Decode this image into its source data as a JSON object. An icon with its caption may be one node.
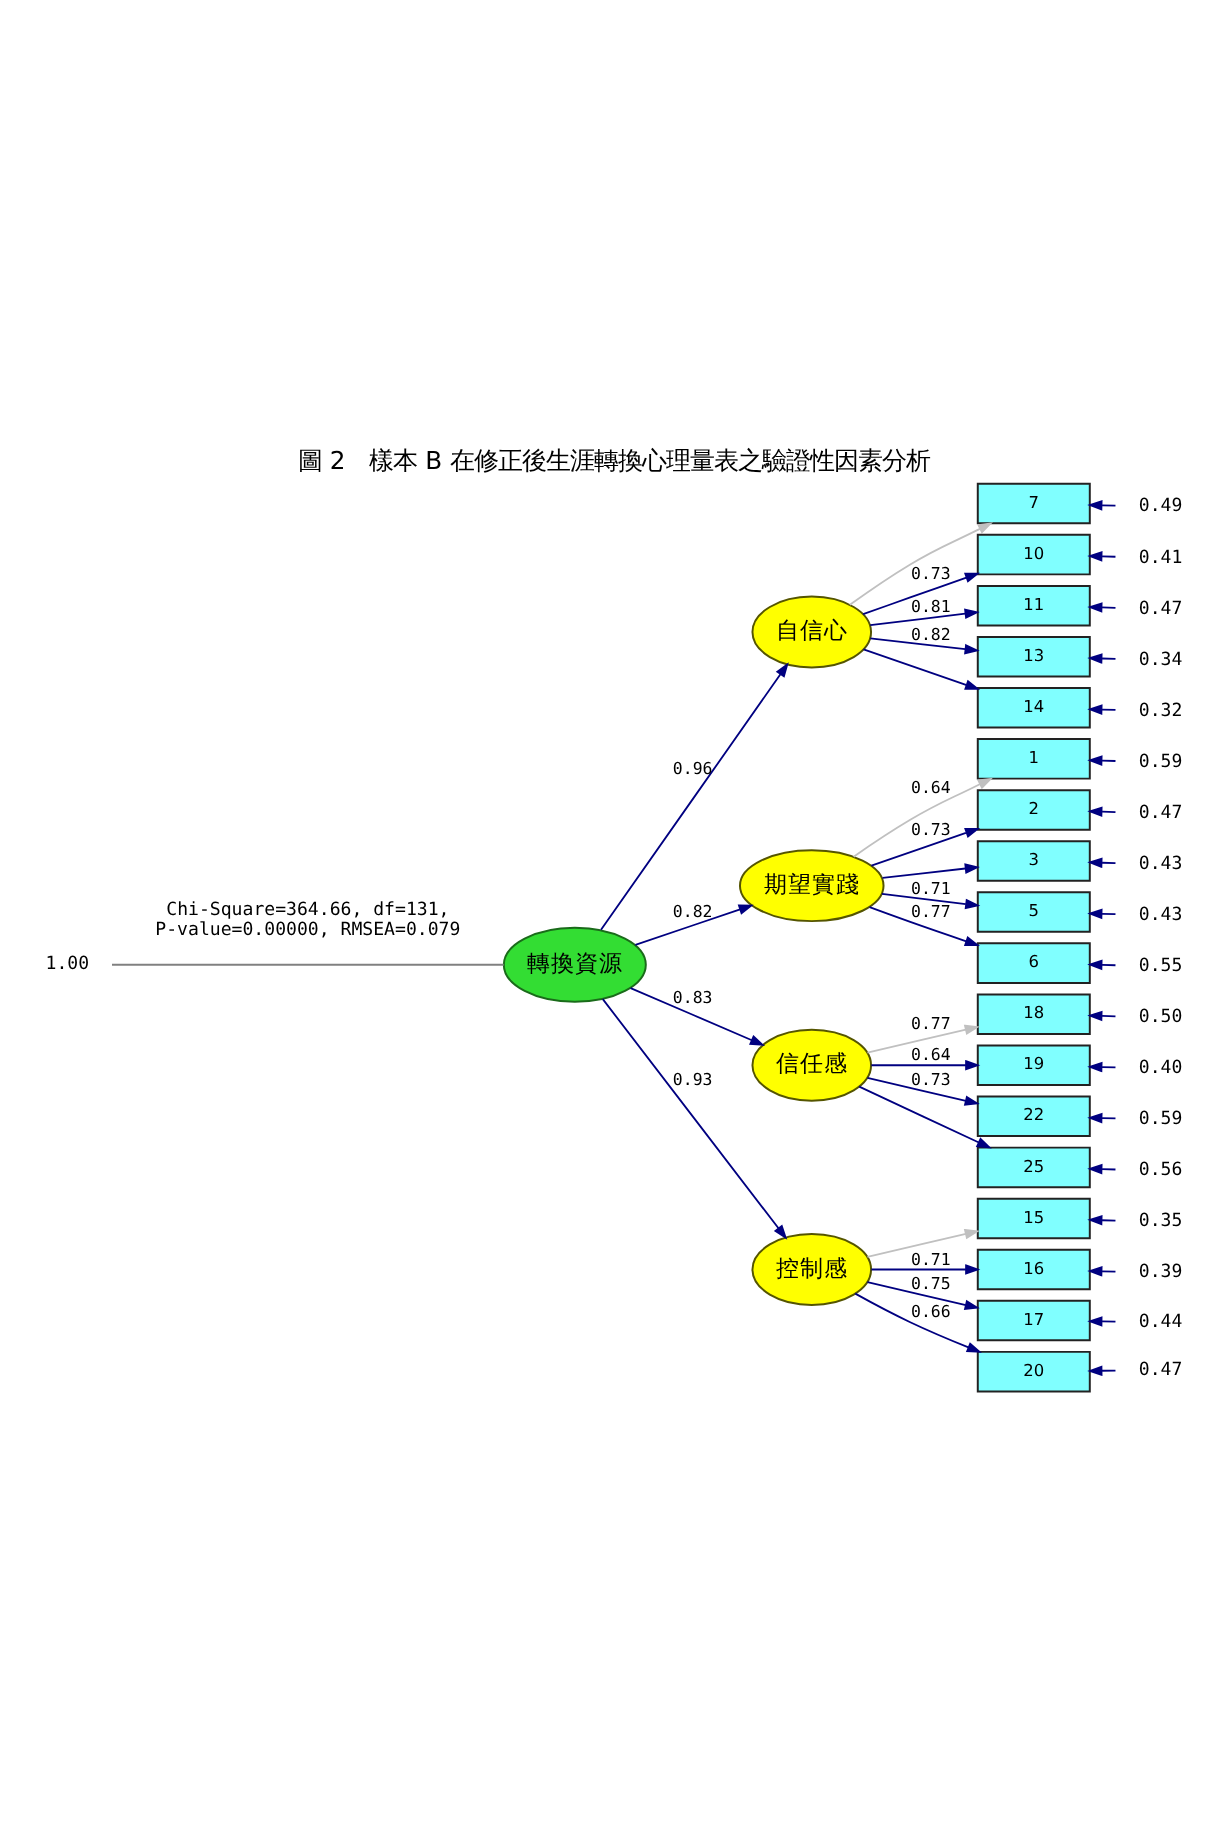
{
  "diagram": {
    "title": "圖 2　樣本 B 在修正後生涯轉換心理量表之驗證性因素分析",
    "nodes": [
      {
        "text": [
          "1.00"
        ]
      },
      {
        "text": [
          "轉換資源"
        ]
      },
      {
        "text": [
          "自信心"
        ]
      },
      {
        "text": [
          "期望實踐"
        ]
      },
      {
        "text": [
          "信任感"
        ]
      },
      {
        "text": [
          "控制感"
        ]
      },
      {
        "text": [
          "1"
        ]
      },
      {
        "text": [
          "2"
        ]
      },
      {
        "text": [
          "3"
        ]
      },
      {
        "text": [
          "5"
        ]
      },
      {
        "text": [
          "6"
        ]
      },
      {
        "text": [
          "7"
        ]
      },
      {
        "text": [
          "10"
        ]
      },
      {
        "text": [
          "11"
        ]
      },
      {
        "text": [
          "13"
        ]
      },
      {
        "text": [
          "14"
        ]
      },
      {
        "text": [
          "15"
        ]
      },
      {
        "text": [
          "16"
        ]
      },
      {
        "text": [
          "17"
        ]
      },
      {
        "text": [
          "18"
        ]
      },
      {
        "text": [
          "19"
        ]
      },
      {
        "text": [
          "20"
        ]
      },
      {
        "text": [
          "22"
        ]
      },
      {
        "text": [
          "25"
        ]
      },
      {
        "text": [
          "0.59"
        ]
      },
      {
        "text": [
          "0.47"
        ]
      },
      {
        "text": [
          "0.43"
        ]
      },
      {
        "text": [
          "0.43"
        ]
      },
      {
        "text": [
          "0.55"
        ]
      },
      {
        "text": [
          "0.49"
        ]
      },
      {
        "text": [
          "0.41"
        ]
      },
      {
        "text": [
          "0.47"
        ]
      },
      {
        "text": [
          "0.34"
        ]
      },
      {
        "text": [
          "0.32"
        ]
      },
      {
        "text": [
          "0.35"
        ]
      },
      {
        "text": [
          "0.39"
        ]
      },
      {
        "text": [
          "0.44"
        ]
      },
      {
        "text": [
          "0.50"
        ]
      },
      {
        "text": [
          "0.40"
        ]
      },
      {
        "text": [
          "0.47"
        ]
      },
      {
        "text": [
          "0.59"
        ]
      },
      {
        "text": [
          "0.56"
        ]
      }
    ],
    "edges": [
      {
        "from": 0,
        "to": 1,
        "arrow": "none",
        "color": "#808080"
      },
      {
        "from": 1,
        "to": 2,
        "arrow": "to",
        "label": "0.96"
      },
      {
        "from": 1,
        "to": 3,
        "arrow": "to",
        "label": "0.82"
      },
      {
        "from": 1,
        "to": 4,
        "arrow": "to",
        "label": "0.83"
      },
      {
        "from": 1,
        "to": 5,
        "arrow": "to",
        "label": "0.93"
      },
      {
        "from": 3,
        "to": 6,
        "arrow": "to",
        "label": "0.64",
        "color": "#c0c0c0"
      },
      {
        "from": 3,
        "to": 7,
        "arrow": "to",
        "label": "0.73"
      },
      {
        "from": 3,
        "to": 8,
        "arrow": "to"
      },
      {
        "from": 3,
        "to": 9,
        "arrow": "to",
        "label": "0.71"
      },
      {
        "from": 3,
        "to": 10,
        "arrow": "to",
        "label": "0.77"
      },
      {
        "from": 2,
        "to": 11,
        "arrow": "to",
        "color": "#c0c0c0"
      },
      {
        "from": 2,
        "to": 12,
        "arrow": "to",
        "label": "0.73"
      },
      {
        "from": 2,
        "to": 13,
        "arrow": "to",
        "label": "0.81"
      },
      {
        "from": 2,
        "to": 14,
        "arrow": "to",
        "label": "0.82"
      },
      {
        "from": 2,
        "to": 15,
        "arrow": "to"
      },
      {
        "from": 5,
        "to": 16,
        "arrow": "to",
        "color": "#c0c0c0"
      },
      {
        "from": 5,
        "to": 17,
        "arrow": "to",
        "label": "0.71"
      },
      {
        "from": 5,
        "to": 18,
        "arrow": "to",
        "label": "0.75"
      },
      {
        "from": 4,
        "to": 19,
        "arrow": "to",
        "label": "0.77",
        "color": "#c0c0c0"
      },
      {
        "from": 4,
        "to": 20,
        "arrow": "to",
        "label": "0.64"
      },
      {
        "from": 5,
        "to": 21,
        "arrow": "to",
        "label": "0.66"
      },
      {
        "from": 4,
        "to": 22,
        "arrow": "to",
        "label": "0.73"
      },
      {
        "from": 4,
        "to": 23,
        "arrow": "to"
      },
      {
        "from": 24,
        "to": 6,
        "arrow": "to"
      },
      {
        "from": 25,
        "to": 7,
        "arrow": "to"
      },
      {
        "from": 26,
        "to": 8,
        "arrow": "to"
      },
      {
        "from": 27,
        "to": 9,
        "arrow": "to"
      },
      {
        "from": 28,
        "to": 10,
        "arrow": "to"
      },
      {
        "from": 29,
        "to": 11,
        "arrow": "to"
      },
      {
        "from": 30,
        "to": 12,
        "arrow": "to"
      },
      {
        "from": 31,
        "to": 13,
        "arrow": "to"
      },
      {
        "from": 32,
        "to": 14,
        "arrow": "to"
      },
      {
        "from": 33,
        "to": 15,
        "arrow": "to"
      },
      {
        "from": 34,
        "to": 16,
        "arrow": "to"
      },
      {
        "from": 35,
        "to": 17,
        "arrow": "to"
      },
      {
        "from": 36,
        "to": 18,
        "arrow": "to"
      },
      {
        "from": 37,
        "to": 19,
        "arrow": "to"
      },
      {
        "from": 38,
        "to": 20,
        "arrow": "to"
      },
      {
        "from": 39,
        "to": 21,
        "arrow": "to"
      },
      {
        "from": 40,
        "to": 22,
        "arrow": "to"
      },
      {
        "from": 41,
        "to": 23,
        "arrow": "to"
      }
    ],
    "labels": [
      "Chi-Square=364.66, df=131, P-value=0.00000, RMSEA=0.079"
    ]
  }
}
